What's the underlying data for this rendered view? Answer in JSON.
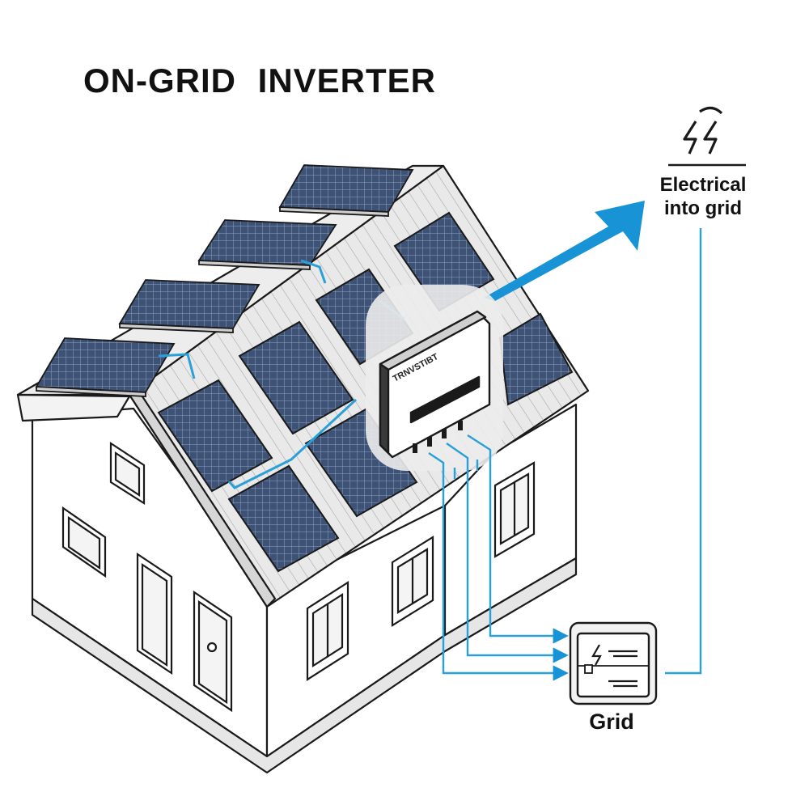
{
  "title": "ON-GRID   INVERTER",
  "inverter": {
    "brand_label": "TRNVSTIBT"
  },
  "output": {
    "label_line1": "Electrical",
    "label_line2": "into grid",
    "icon": "lightning-icon"
  },
  "grid_meter": {
    "label": "Grid",
    "icon": "lightning-icon"
  },
  "colors": {
    "flow_blue": "#1893d6",
    "wire_blue": "#2a9fd8",
    "panel": "#3a4d6e",
    "panel_cell": "#4c6490",
    "outline": "#1a1a1a"
  }
}
